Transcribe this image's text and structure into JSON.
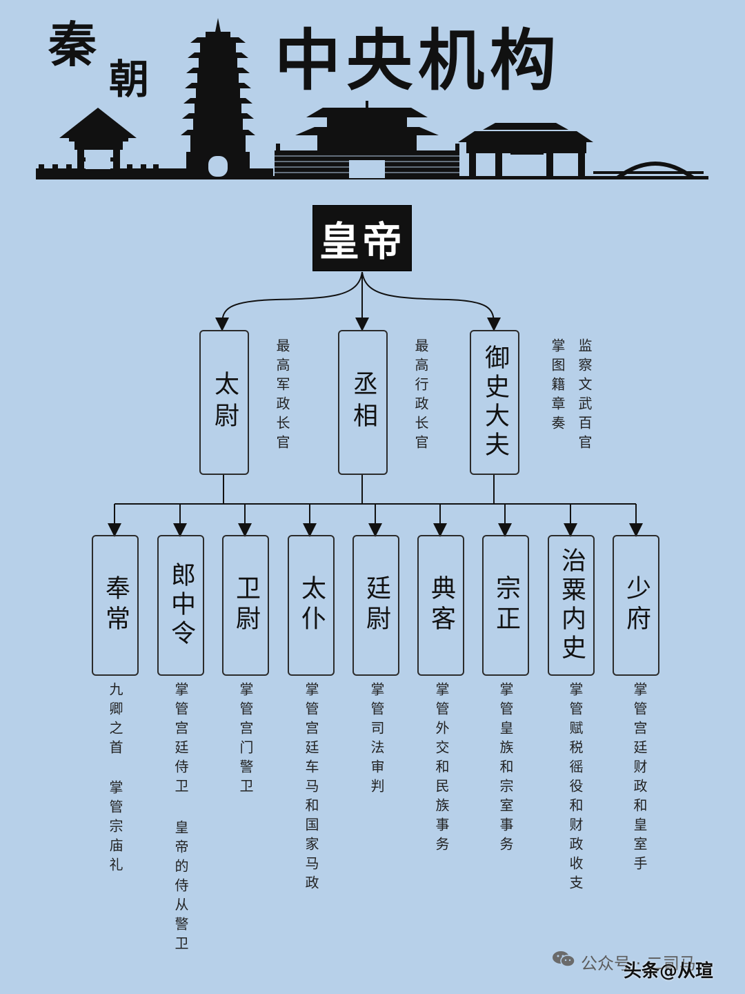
{
  "title": {
    "dynasty_1": "秦",
    "dynasty_2": "朝",
    "main": "中央机构"
  },
  "emperor": "皇帝",
  "officials": [
    {
      "name": "太尉",
      "desc": "最高军政长官"
    },
    {
      "name": "丞相",
      "desc": "最高行政长官"
    },
    {
      "name": "御史大夫",
      "desc": "监察文武百官",
      "desc2": "掌图籍章奏"
    }
  ],
  "ministers": [
    {
      "name": "奉常",
      "desc": "九卿之首",
      "desc2": "掌管宗庙礼"
    },
    {
      "name": "郎中令",
      "desc": "掌管宫廷侍卫",
      "desc2": "皇帝的侍从警卫"
    },
    {
      "name": "卫尉",
      "desc": "掌管宫门警卫"
    },
    {
      "name": "太仆",
      "desc": "掌管宫廷车马和国家马政"
    },
    {
      "name": "廷尉",
      "desc": "掌管司法审判"
    },
    {
      "name": "典客",
      "desc": "掌管外交和民族事务"
    },
    {
      "name": "宗正",
      "desc": "掌管皇族和宗室事务"
    },
    {
      "name": "治粟内史",
      "desc": "掌管赋税徭役和财政收支"
    },
    {
      "name": "少府",
      "desc": "掌管宫廷财政和皇室手"
    }
  ],
  "watermark": {
    "account": "公众号 · 二司马",
    "platform": "头条@从瑄"
  },
  "colors": {
    "background": "#b7d0e9",
    "ink": "#111111",
    "box_border": "#2b2b2b"
  }
}
